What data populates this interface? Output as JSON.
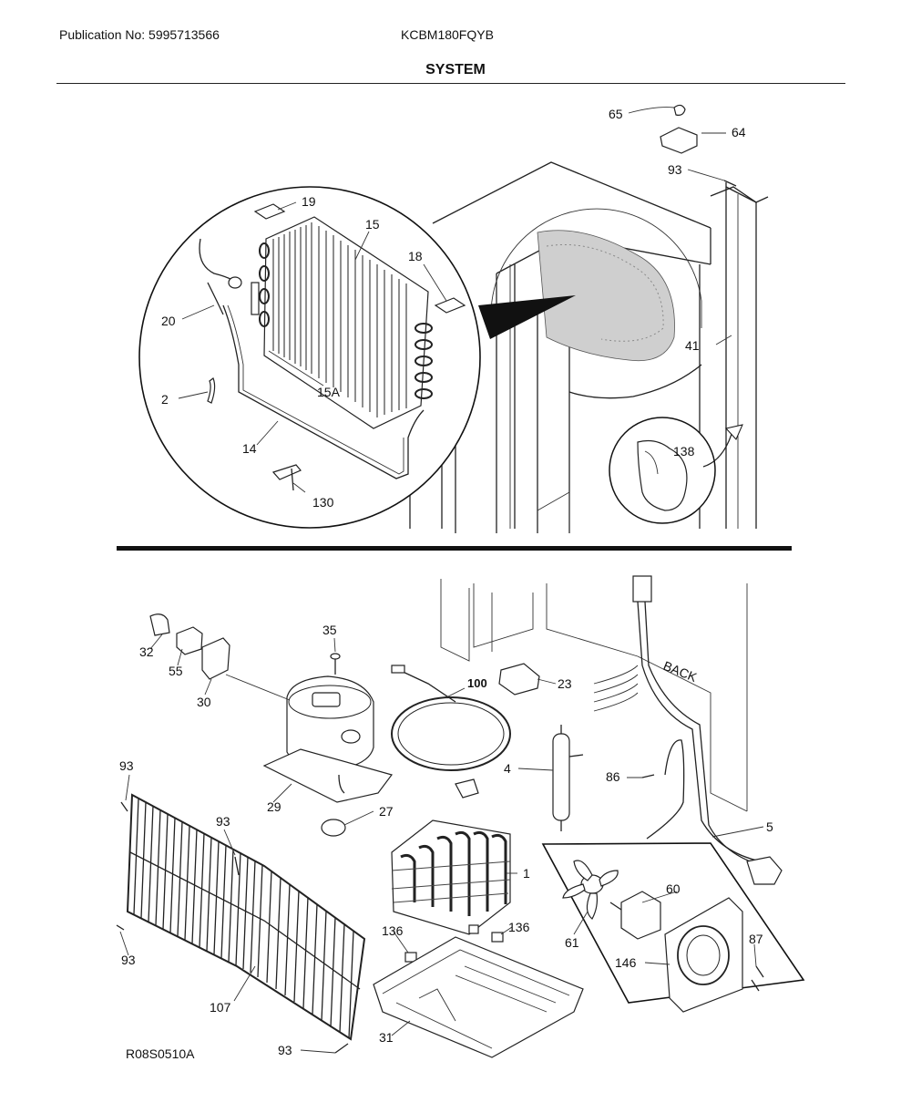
{
  "header": {
    "publication": "Publication No: 5995713566",
    "model": "KCBM180FQYB",
    "title": "SYSTEM"
  },
  "diagram_ref": "R08S0510A",
  "callouts": {
    "c65": "65",
    "c64": "64",
    "c93a": "93",
    "c19": "19",
    "c15": "15",
    "c18": "18",
    "c20": "20",
    "c41": "41",
    "c2": "2",
    "c15A": "15A",
    "c138": "138",
    "c14": "14",
    "c130": "130",
    "c35": "35",
    "c32": "32",
    "c55": "55",
    "c30": "30",
    "c100": "100",
    "c23": "23",
    "back": "BACK",
    "c4": "4",
    "c86": "86",
    "c93b": "93",
    "c29": "29",
    "c27": "27",
    "c5": "5",
    "c93c": "93",
    "c1": "1",
    "c60": "60",
    "c136a": "136",
    "c136b": "136",
    "c87": "87",
    "c61": "61",
    "c93d": "93",
    "c146": "146",
    "c107": "107",
    "c31": "31",
    "c93e": "93"
  }
}
